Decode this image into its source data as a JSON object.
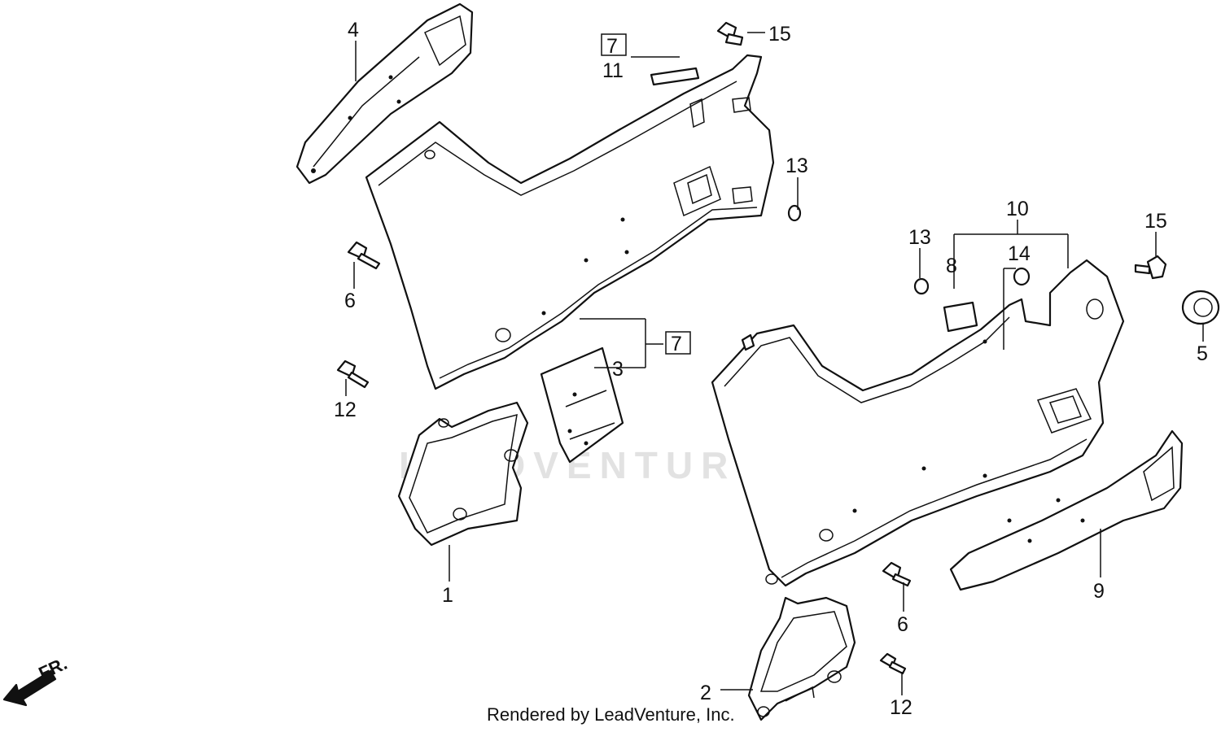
{
  "watermark": "LEADVENTURE",
  "footer": "Rendered by LeadVenture, Inc.",
  "direction_label": "FR.",
  "callouts": {
    "c1": "1",
    "c2": "2",
    "c3": "3",
    "c4": "4",
    "c5": "5",
    "c6a": "6",
    "c6b": "6",
    "c7a": "7",
    "c7b": "7",
    "c8": "8",
    "c9": "9",
    "c10": "10",
    "c11": "11",
    "c12a": "12",
    "c12b": "12",
    "c13a": "13",
    "c13b": "13",
    "c14": "14",
    "c15a": "15",
    "c15b": "15"
  }
}
